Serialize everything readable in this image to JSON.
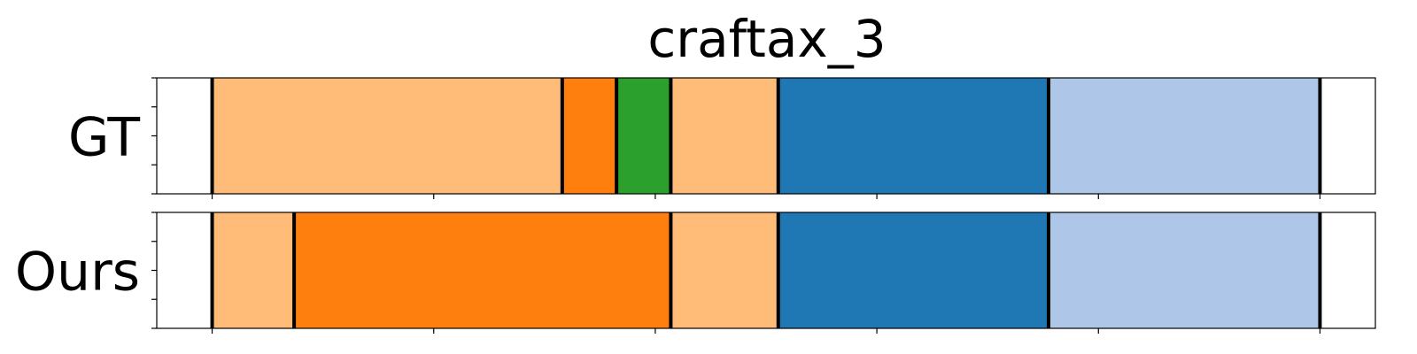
{
  "chart_data": {
    "type": "segmentation-timeline",
    "title": "craftax_3",
    "xlim": [
      0,
      11
    ],
    "rows": [
      {
        "label": "GT",
        "segments": [
          {
            "start": 0.5,
            "end": 3.66,
            "color": "#ffbb78"
          },
          {
            "start": 3.66,
            "end": 4.15,
            "color": "#ff7f0e"
          },
          {
            "start": 4.15,
            "end": 4.64,
            "color": "#2ca02c"
          },
          {
            "start": 4.64,
            "end": 5.61,
            "color": "#ffbb78"
          },
          {
            "start": 5.61,
            "end": 8.05,
            "color": "#1f77b4"
          },
          {
            "start": 8.05,
            "end": 10.5,
            "color": "#aec7e8"
          }
        ]
      },
      {
        "label": "Ours",
        "segments": [
          {
            "start": 0.5,
            "end": 1.24,
            "color": "#ffbb78"
          },
          {
            "start": 1.24,
            "end": 4.64,
            "color": "#ff7f0e"
          },
          {
            "start": 4.64,
            "end": 5.61,
            "color": "#ffbb78"
          },
          {
            "start": 5.61,
            "end": 8.05,
            "color": "#1f77b4"
          },
          {
            "start": 8.05,
            "end": 10.5,
            "color": "#aec7e8"
          }
        ]
      }
    ],
    "x_ticks": [
      0.5,
      2.5,
      4.5,
      6.5,
      8.5,
      10.5
    ],
    "y_ticks_per_row": 5,
    "grid": false,
    "tick_labels_visible": false
  }
}
